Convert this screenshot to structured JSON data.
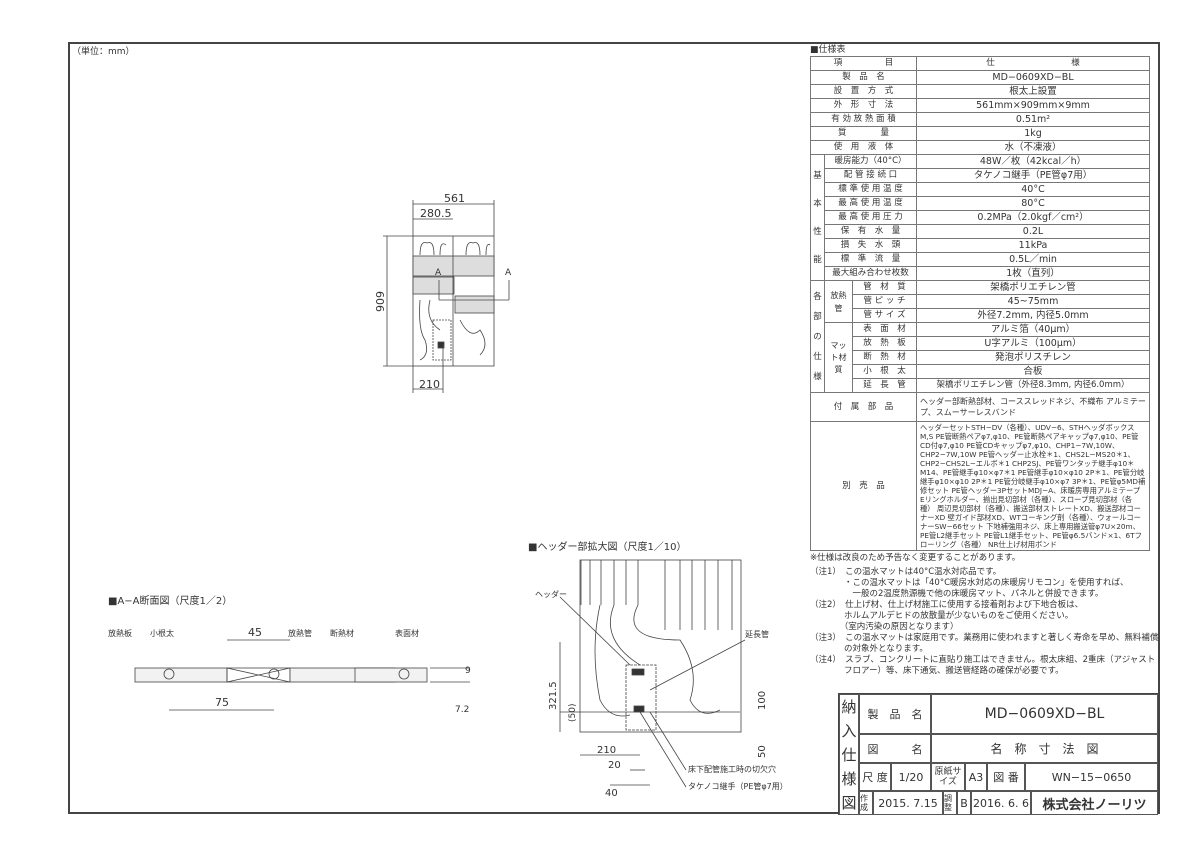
{
  "unit_label": "（単位：mm）",
  "spec": {
    "title": "■仕様表",
    "header": {
      "item": "項　　　　　目",
      "value": "仕　　　　　　　　　様"
    },
    "general": [
      {
        "item": "製　品　名",
        "value": "MD−0609XD−BL"
      },
      {
        "item": "設　置　方　式",
        "value": "根太上設置"
      },
      {
        "item": "外　形　寸　法",
        "value": "561mm×909mm×9mm"
      },
      {
        "item": "有 効 放 熱 面 積",
        "value": "0.51m²"
      },
      {
        "item": "質　　　　量",
        "value": "1kg"
      },
      {
        "item": "使　用　液　体",
        "value": "水（不凍液）"
      }
    ],
    "basic_group": "基本性能",
    "basic": [
      {
        "item": "暖房能力（40°C）",
        "value": "48W／枚（42kcal／h）"
      },
      {
        "item": "配 管 接 続 口",
        "value": "タケノコ継手（PE管φ7用）"
      },
      {
        "item": "標 準 使 用 温 度",
        "value": "40°C"
      },
      {
        "item": "最 高 使 用 温 度",
        "value": "80°C"
      },
      {
        "item": "最 高 使 用 圧 力",
        "value": "0.2MPa（2.0kgf／cm²）"
      },
      {
        "item": "保　有　水　量",
        "value": "0.2L"
      },
      {
        "item": "損　失　水　頭",
        "value": "11kPa"
      },
      {
        "item": "標　準　流　量",
        "value": "0.5L／min"
      },
      {
        "item": "最大組み合わせ枚数",
        "value": "1枚（直列）"
      }
    ],
    "parts_group": "各部の仕様",
    "pipe_group": "放熱管",
    "pipe": [
      {
        "item": "管　材　質",
        "value": "架橋ポリエチレン管"
      },
      {
        "item": "管 ピ ッ チ",
        "value": "45~75mm"
      },
      {
        "item": "管 サ イ ズ",
        "value": "外径7.2mm, 内径5.0mm"
      }
    ],
    "mat_group": "マット材質",
    "mat": [
      {
        "item": "表　面　材",
        "value": "アルミ箔（40μm）"
      },
      {
        "item": "放　熱　板",
        "value": "U字アルミ（100μm）"
      },
      {
        "item": "断　熱　材",
        "value": "発泡ポリスチレン"
      },
      {
        "item": "小　根　太",
        "value": "合板"
      },
      {
        "item": "延　長　管",
        "value": "架橋ポリエチレン管（外径8.3mm, 内径6.0mm）"
      }
    ],
    "accessories": {
      "item": "付　属　部　品",
      "value": "ヘッダー部断熱部材、コーススレッドネジ、不織布 アルミテープ、スムーサーレスバンド"
    },
    "optional": {
      "item": "別　売　品",
      "value": "ヘッダーセットSTH−DV（各種）、UDV−6、STHヘッダボックスM,S PE管断熱ペアφ7,φ10、PE管断熱ペアキャップφ7,φ10、PE管CD付φ7,φ10 PE管CDキャップφ7,φ10、CHP1−7W,10W、CHP2−7W,10W PE管ヘッダー止水栓＊1、CHS2L−MS20＊1、CHP2−CHS2L−エルボ＊1 CHP2SJ、PE管ワンタッチ継手φ10＊M14、PE管継手φ10×φ7＊1 PE管継手φ10×φ10 2P＊1、PE管分岐継手φ10×φ10 2P＊1 PE管分岐継手φ10×φ7 3P＊1、PE管φ5MD補修セット PE管ヘッダー3PセットMDJ−A、床暖房専用アルミテープ Eリングホルダー、揃出見切部材（各種）、スロープ見切部材（各種） 周辺見切部材（各種）、搬送部材ストレートXD、搬送部材コーナーXD 壁ガイド部材XD、WTコーキング剤（各種）、ウォールコーナーSW−66セット 下地補強用ネジ、床上専用搬送管φ7U×20m、PE管L2継手セット PE管L1継手セット、PE管φ6.5バンド×1、6Tフローリング（各種） NR仕上げ材用ボンド"
    },
    "footnote": "※仕様は改良のため予告なく変更することがあります。"
  },
  "notes": [
    "（注1）　この温水マットは40°C温水対応品です。",
    "　　　　・この温水マットは「40°C暖房水対応の床暖房リモコン」を使用すれば、",
    "　　　　　一般の2温度熱源機で他の床暖房マット、パネルと併設できます。",
    "（注2）　仕上げ材、仕上げ材施工に使用する接着剤および下地合板は、",
    "　　　　ホルムアルデヒドの放散量が少ないものをご使用ください。",
    "　　　　（室内汚染の原因となります）",
    "（注3）　この温水マットは家庭用です。業務用に使われますと著しく寿命を早め、無料補償",
    "　　　　の対象外となります。",
    "（注4）　スラブ、コンクリートに直貼り施工はできません。根太床組、2重床（アジャスト",
    "　　　　フロアー）等、床下通気、搬送管経路の確保が必要です。"
  ],
  "title_block": {
    "side": "納入仕様図",
    "product_label": "製　品　名",
    "product": "MD−0609XD−BL",
    "drawing_label": "図　　　名",
    "drawing": "名　称　寸　法　図",
    "scale_label": "尺 度",
    "scale": "1/20",
    "paper_label": "原紙サイズ",
    "paper": "A3",
    "number_label": "図 番",
    "number": "WN−15−0650",
    "created_label": "作成",
    "created": "2015. 7.15",
    "revised_label": "調整",
    "revision": "B",
    "revised": "2016. 6. 6",
    "company": "株式会社ノーリツ"
  },
  "plan_view": {
    "dim_width": "561",
    "dim_half": "280.5",
    "dim_height": "909",
    "dim_header": "210",
    "section_mark": "A"
  },
  "section_view": {
    "title": "■A−A断面図（尺度1／2）",
    "labels": [
      "放熱板",
      "小根太",
      "放熱管",
      "断熱材",
      "表面材"
    ],
    "dim_45": "45",
    "dim_75": "75",
    "dim_9": "9",
    "dim_72": "7.2"
  },
  "header_view": {
    "title": "■ヘッダー部拡大図（尺度1／10）",
    "label_header": "ヘッダー",
    "label_ext": "延長管",
    "label_cut": "床下配管施工時の切欠穴",
    "label_joint": "タケノコ継手（PE管φ7用）",
    "dim_3215": "321.5",
    "dim_50p": "(50)",
    "dim_100": "100",
    "dim_50": "50",
    "dim_210": "210",
    "dim_20": "20",
    "dim_40": "40"
  }
}
